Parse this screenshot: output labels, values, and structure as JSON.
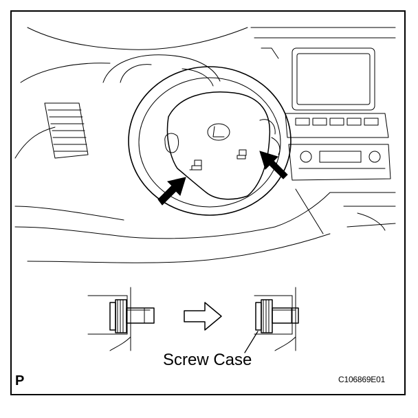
{
  "labels": {
    "screw_case": "Screw Case",
    "section_mark": "P",
    "figure_code": "C106869E01"
  },
  "colors": {
    "line": "#000000",
    "background": "#ffffff"
  },
  "icons": [
    "lexus-logo-icon",
    "pointer-arrow-icon",
    "process-arrow-icon"
  ]
}
